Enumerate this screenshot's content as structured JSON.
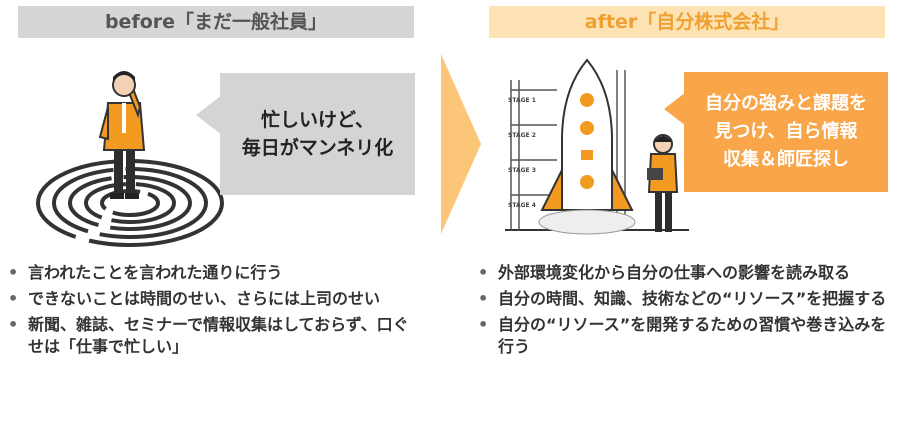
{
  "before": {
    "header": "before「まだ一般社員」",
    "bubble": "忙しいけど、\n毎日がマンネリ化",
    "points": [
      "言われたことを言われた通りに行う",
      "できないことは時間のせい、さらには上司のせい",
      "新聞、雑誌、セミナーで情報収集はしておらず、口ぐせは「仕事で忙しい」"
    ]
  },
  "after": {
    "header": "after「自分株式会社」",
    "bubble": "自分の強みと課題を\n見つけ、自ら情報\n収集＆師匠探し",
    "points": [
      "外部環境変化から自分の仕事への影響を読み取る",
      "自分の時間、知識、技術などの“リソース”を把握する",
      "自分の“リソース”を開発するための習慣や巻き込みを行う"
    ],
    "stage_labels": [
      "STAGE 1",
      "STAGE 2",
      "STAGE 3",
      "STAGE 4"
    ]
  },
  "colors": {
    "accent": "#f9a64a",
    "header_after": "#fde3b4",
    "header_before": "#d6d6d6"
  }
}
